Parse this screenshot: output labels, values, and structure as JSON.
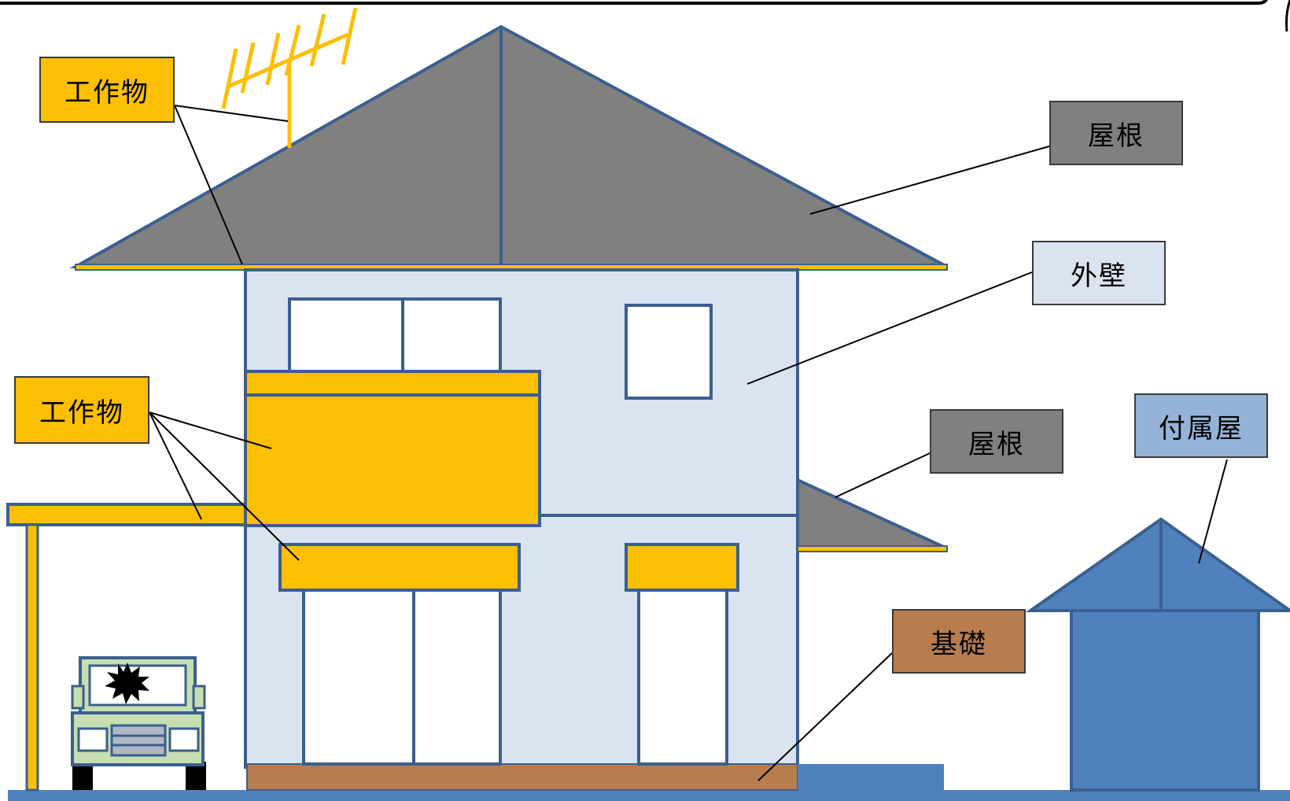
{
  "labels": {
    "structure_top": "工作物",
    "structure_left": "工作物",
    "roof_main": "屋根",
    "roof_lower": "屋根",
    "exterior_wall": "外壁",
    "annex": "付属屋",
    "foundation": "基礎"
  },
  "colors": {
    "structure": "#fdbf04",
    "roof": "#808080",
    "wall": "#dae3f0",
    "annex": "#4f81bd",
    "annex_label": "#95b3d7",
    "foundation": "#b97c4f",
    "outline": "#3b5f8e",
    "leader": "#000000",
    "car_body": "#c6deb1"
  },
  "icons": [
    "tv-antenna",
    "car",
    "impact-burst"
  ]
}
